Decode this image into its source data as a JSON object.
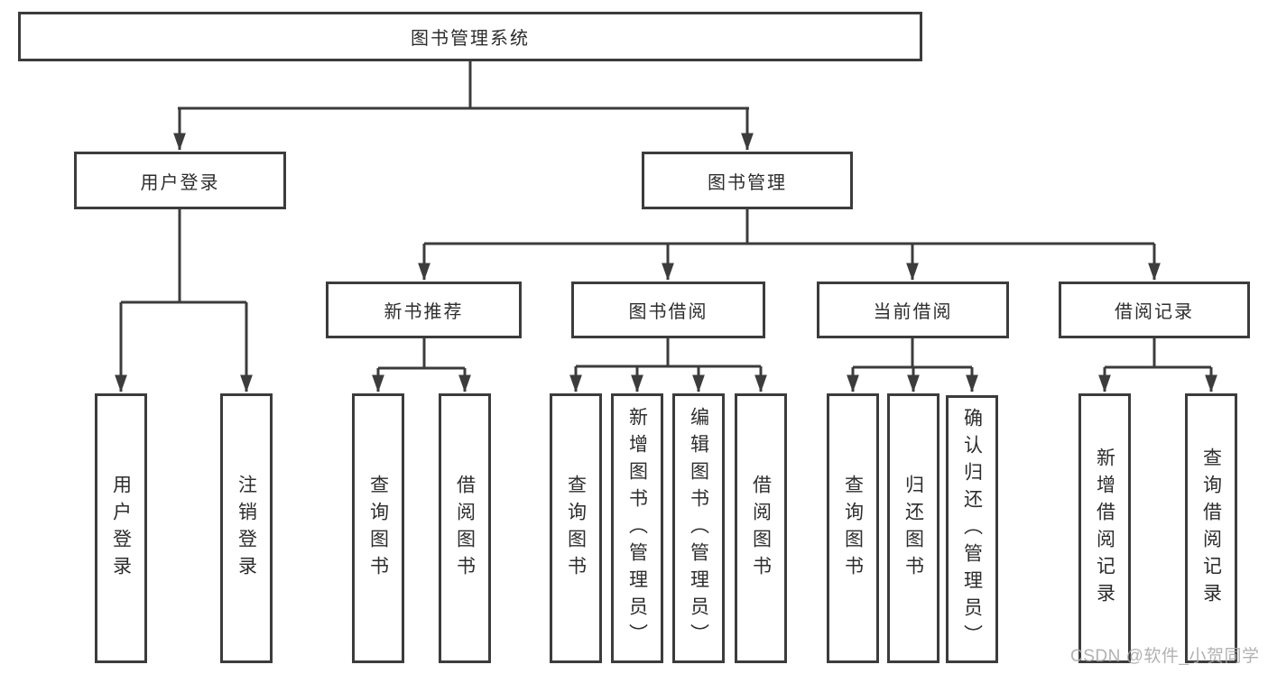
{
  "diagram_title": "图书管理系统",
  "nodes": {
    "root": "图书管理系统",
    "user_login": "用户登录",
    "book_mgmt": "图书管理",
    "new_book_rec": "新书推荐",
    "book_borrow": "图书借阅",
    "current_borrow": "当前借阅",
    "borrow_record": "借阅记录",
    "leaf_user_login": "用户登录",
    "leaf_logout": "注销登录",
    "leaf_query_book_rec": "查询图书",
    "leaf_borrow_book_rec": "借阅图书",
    "leaf_query_book_borrow": "查询图书",
    "leaf_add_book_admin": "新增图书（管理员）",
    "leaf_edit_book_admin": "编辑图书（管理员）",
    "leaf_borrow_book_borrow": "借阅图书",
    "leaf_query_book_current": "查询图书",
    "leaf_return_book": "归还图书",
    "leaf_confirm_return_admin": "确认归还（管理员）",
    "leaf_add_borrow_record": "新增借阅记录",
    "leaf_query_borrow_record": "查询借阅记录"
  },
  "watermark": "CSDN @软件_小贺同学",
  "colors": {
    "line": "#3c3c3c",
    "text": "#2d2d2d",
    "box_background": "#ffffff",
    "watermark": "#aaaaaa"
  }
}
